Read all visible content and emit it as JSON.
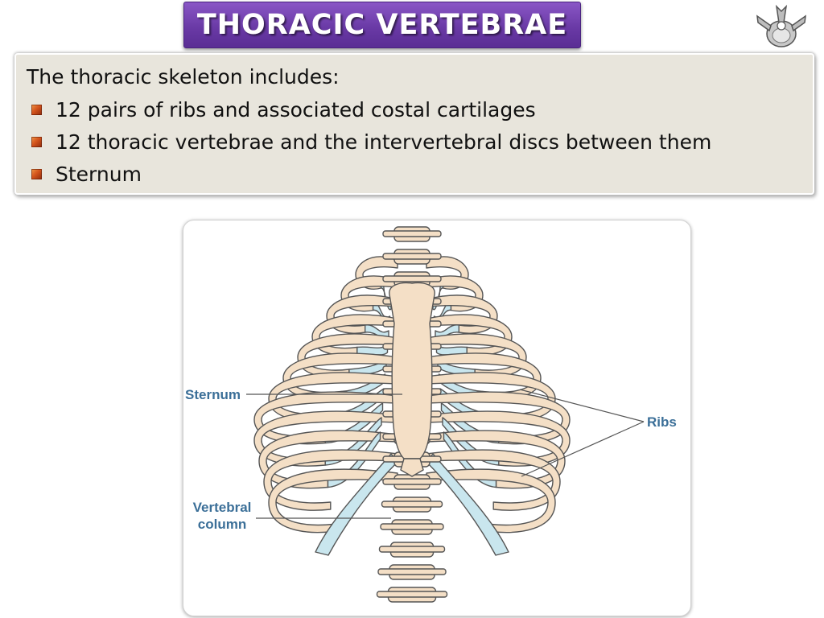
{
  "header": {
    "title": "THORACIC VERTEBRAE",
    "logo_icon": "vertebra-icon",
    "title_color": "#6a3aa6"
  },
  "content": {
    "intro": "The thoracic skeleton includes:",
    "bullets": [
      "12 pairs of ribs and associated costal cartilages",
      "12 thoracic vertebrae and the intervertebral discs between them",
      "Sternum"
    ],
    "bullet_icon": "square-bullet-icon",
    "bullet_color": "#d4541c"
  },
  "figure": {
    "labels": {
      "sternum": "Sternum",
      "ribs": "Ribs",
      "vertebral_line1": "Vertebral",
      "vertebral_line2": "column"
    },
    "colors": {
      "bone": "#f4dfc6",
      "bone_outline": "#555555",
      "cartilage": "#c9e6ee",
      "label": "#3b6f98"
    }
  }
}
